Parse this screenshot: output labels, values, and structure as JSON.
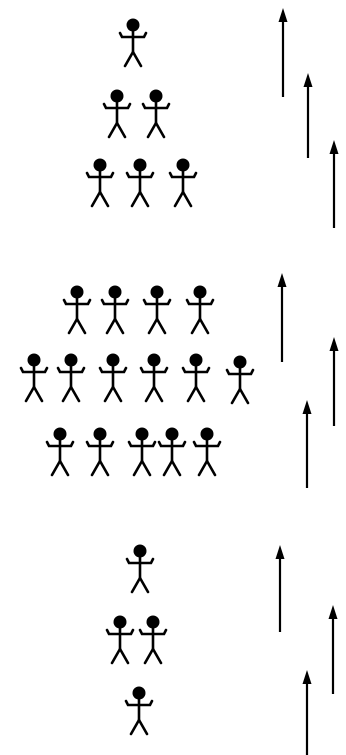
{
  "figure": {
    "ink_color": "#000000",
    "background": "#ffffff",
    "groups": [
      {
        "name": "group-1",
        "rows": [
          1,
          2,
          3
        ],
        "figure_count": 6,
        "arrow_count": 3
      },
      {
        "name": "group-2",
        "rows": [
          4,
          6,
          5
        ],
        "figure_count": 15,
        "arrow_count": 3
      },
      {
        "name": "group-3",
        "rows": [
          1,
          2,
          1
        ],
        "figure_count": 4,
        "arrow_count": 3
      }
    ],
    "icons": {
      "person": "stick-figure-icon",
      "arrow": "up-arrow-icon"
    }
  }
}
